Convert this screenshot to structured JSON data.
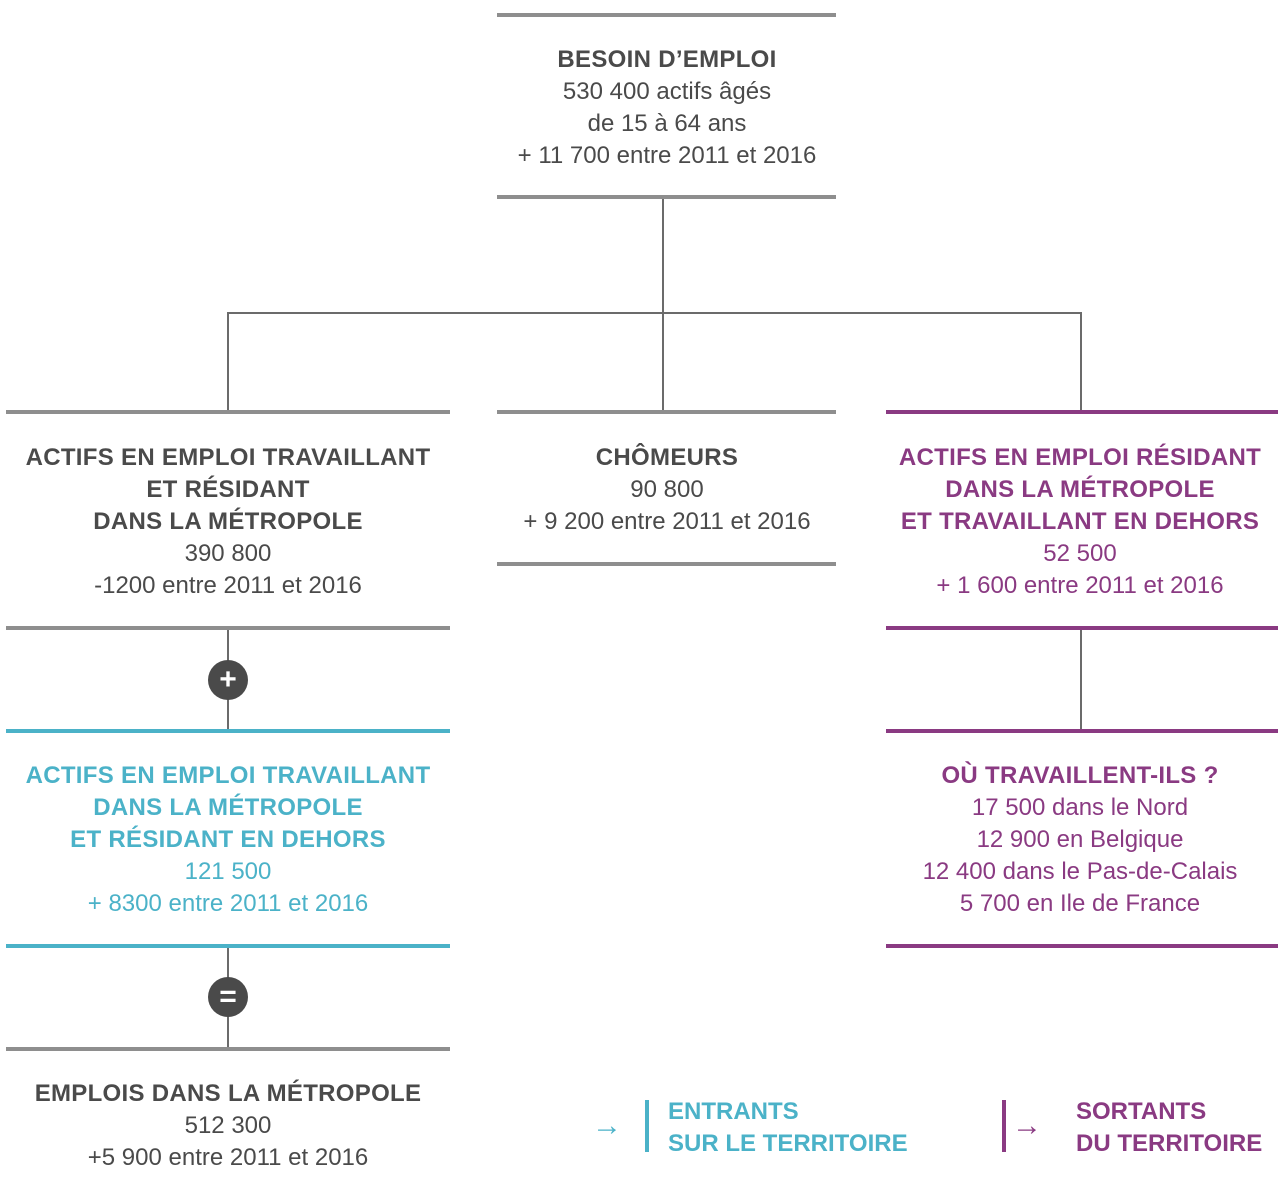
{
  "colors": {
    "gray": "#8e8e8e",
    "dark": "#4a4a4a",
    "teal": "#4bb2c8",
    "purple": "#8a3a82"
  },
  "nodes": {
    "besoin": {
      "title": "BESOIN D’EMPLOI",
      "lines": [
        "530 400 actifs âgés",
        "de 15 à 64 ans",
        "+ 11 700 entre 2011 et 2016"
      ]
    },
    "actifs_residant": {
      "title_lines": [
        "ACTIFS EN EMPLOI TRAVAILLANT",
        "ET RÉSIDANT",
        "DANS LA MÉTROPOLE"
      ],
      "lines": [
        "390 800",
        "-1200 entre 2011 et 2016"
      ]
    },
    "chomeurs": {
      "title": "CHÔMEURS",
      "lines": [
        "90 800",
        "+ 9 200 entre 2011 et 2016"
      ]
    },
    "sortants": {
      "title_lines": [
        "ACTIFS EN EMPLOI RÉSIDANT",
        "DANS LA MÉTROPOLE",
        "ET TRAVAILLANT EN DEHORS"
      ],
      "lines": [
        "52 500",
        "+ 1 600 entre 2011 et 2016"
      ]
    },
    "entrants": {
      "title_lines": [
        "ACTIFS EN EMPLOI TRAVAILLANT",
        "DANS LA MÉTROPOLE",
        "ET RÉSIDANT EN DEHORS"
      ],
      "lines": [
        "121 500",
        "+ 8300 entre 2011 et 2016"
      ]
    },
    "ou": {
      "title": "OÙ TRAVAILLENT-ILS ?",
      "lines": [
        "17 500 dans le Nord",
        "12 900 en Belgique",
        "12 400 dans le Pas-de-Calais",
        "5 700 en Ile de France"
      ]
    },
    "emplois": {
      "title": "EMPLOIS DANS LA MÉTROPOLE",
      "lines": [
        "512 300",
        "+5 900 entre 2011 et 2016"
      ]
    }
  },
  "operators": {
    "plus": "+",
    "equals": "="
  },
  "legend": {
    "entrants": {
      "arrow": "→",
      "lines": [
        "ENTRANTS",
        "SUR LE TERRITOIRE"
      ]
    },
    "sortants": {
      "arrow": "→",
      "lines": [
        "SORTANTS",
        "DU TERRITOIRE"
      ]
    }
  }
}
